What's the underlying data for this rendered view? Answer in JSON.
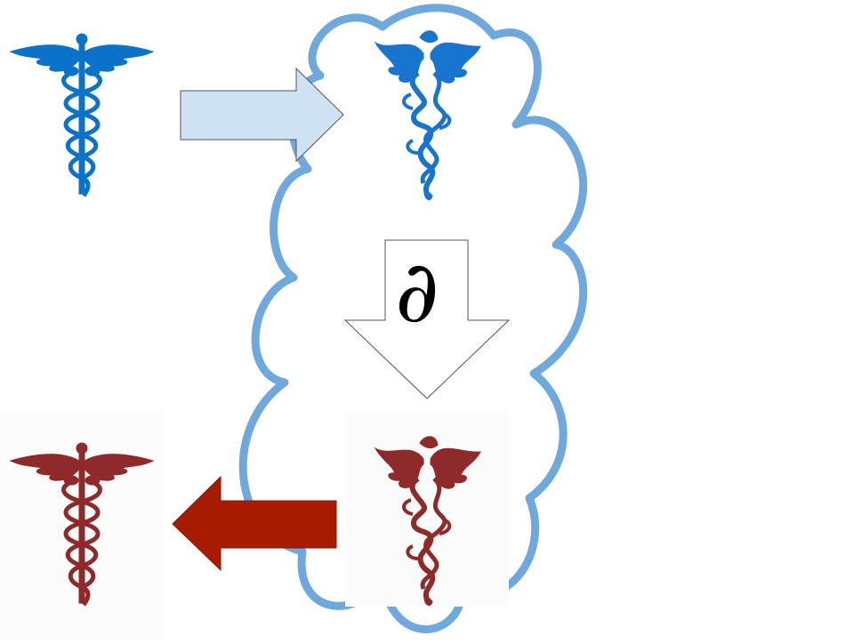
{
  "diagram": {
    "operator_symbol": "∂",
    "colors": {
      "cloud_stroke": "#6fa8dc",
      "blue_symbol": "#0b72c9",
      "red_symbol": "#8e2a2a",
      "red_arrow_fill": "#a61c00",
      "blue_arrow_fill": "#cfe2f3",
      "blue_arrow_stroke": "#555555",
      "down_arrow_fill": "#ffffff",
      "down_arrow_stroke": "#555555"
    },
    "elements": [
      {
        "name": "caduceus-blue-original",
        "icon": "caduceus-icon"
      },
      {
        "name": "caduceus-blue-distorted",
        "icon": "caduceus-distorted-icon"
      },
      {
        "name": "caduceus-red-distorted",
        "icon": "caduceus-distorted-icon"
      },
      {
        "name": "caduceus-red-original",
        "icon": "caduceus-icon"
      },
      {
        "name": "thought-cloud",
        "icon": "cloud-icon"
      },
      {
        "name": "arrow-right",
        "icon": "arrow-right-icon"
      },
      {
        "name": "arrow-down",
        "icon": "arrow-down-icon"
      },
      {
        "name": "arrow-left",
        "icon": "arrow-left-icon"
      }
    ]
  }
}
